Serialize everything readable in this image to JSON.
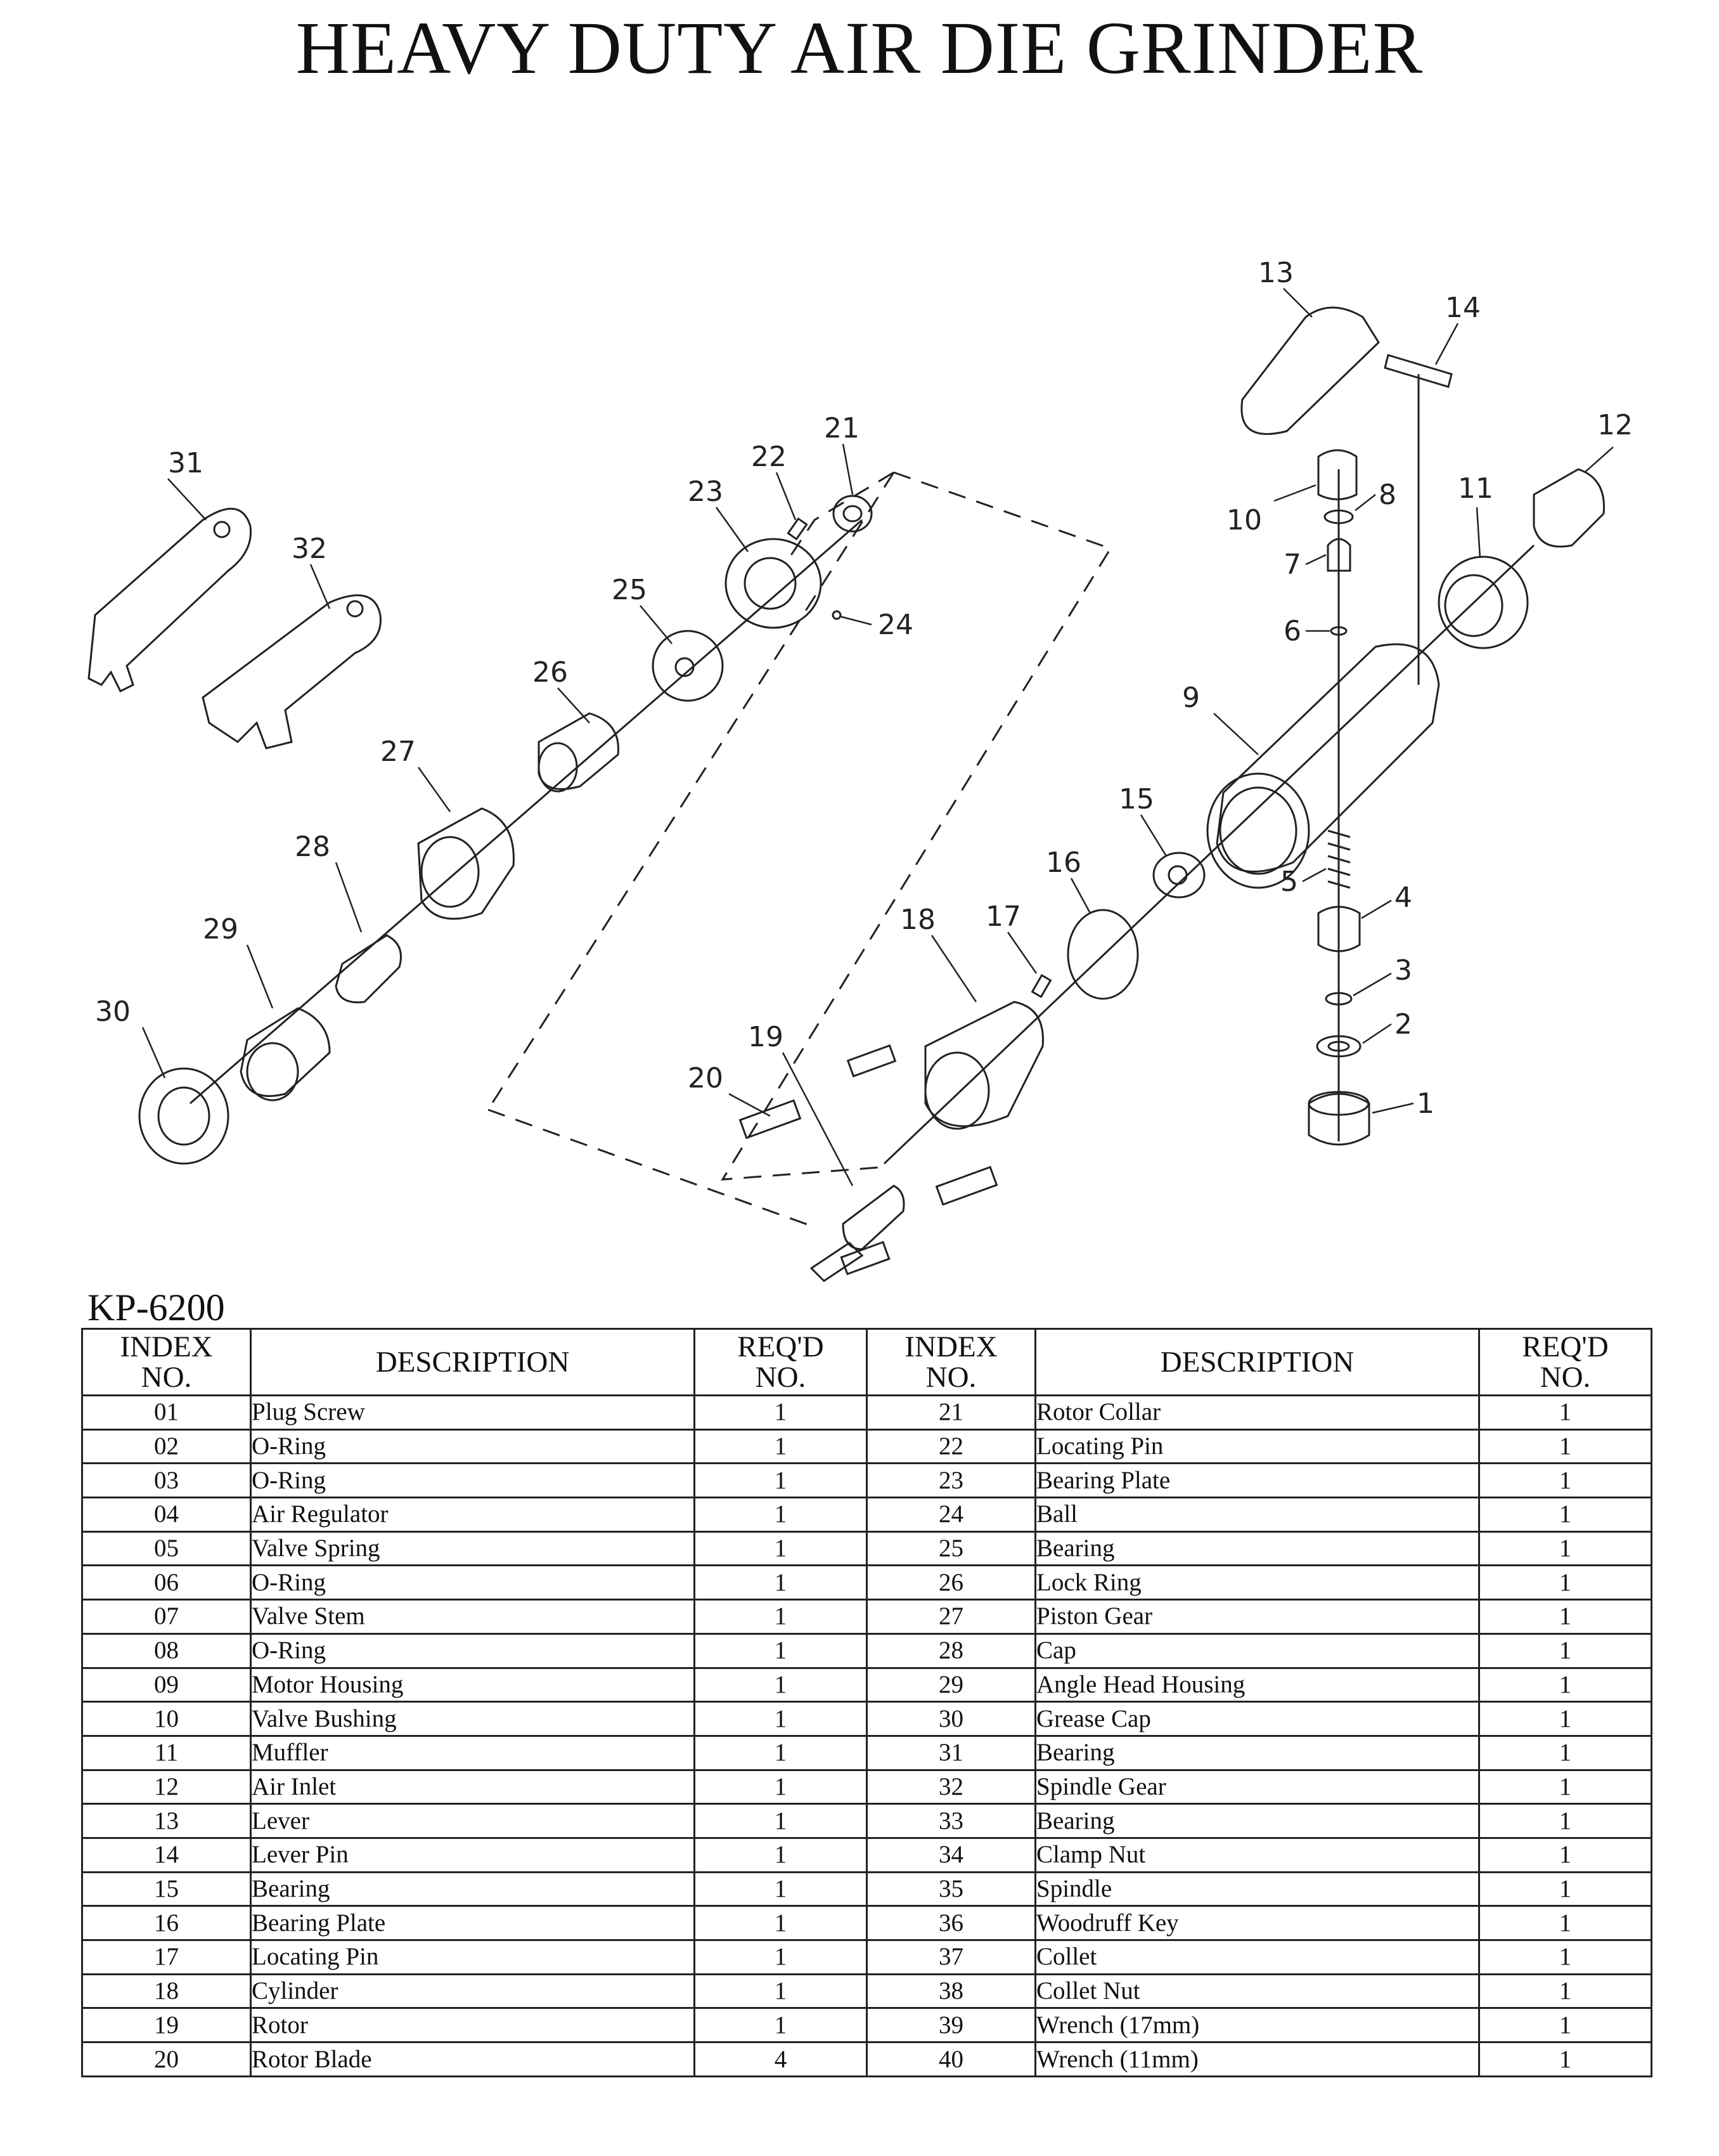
{
  "title": "HEAVY DUTY AIR DIE GRINDER",
  "model": "KP-6200",
  "table": {
    "headers": [
      "INDEX NO.",
      "DESCRIPTION",
      "REQ'D NO.",
      "INDEX NO.",
      "DESCRIPTION",
      "REQ'D NO."
    ],
    "left": [
      {
        "index": "01",
        "description": "Plug Screw",
        "qty": "1"
      },
      {
        "index": "02",
        "description": "O-Ring",
        "qty": "1"
      },
      {
        "index": "03",
        "description": "O-Ring",
        "qty": "1"
      },
      {
        "index": "04",
        "description": "Air Regulator",
        "qty": "1"
      },
      {
        "index": "05",
        "description": "Valve Spring",
        "qty": "1"
      },
      {
        "index": "06",
        "description": "O-Ring",
        "qty": "1"
      },
      {
        "index": "07",
        "description": "Valve Stem",
        "qty": "1"
      },
      {
        "index": "08",
        "description": "O-Ring",
        "qty": "1"
      },
      {
        "index": "09",
        "description": "Motor Housing",
        "qty": "1"
      },
      {
        "index": "10",
        "description": "Valve Bushing",
        "qty": "1"
      },
      {
        "index": "11",
        "description": "Muffler",
        "qty": "1"
      },
      {
        "index": "12",
        "description": "Air Inlet",
        "qty": "1"
      },
      {
        "index": "13",
        "description": "Lever",
        "qty": "1"
      },
      {
        "index": "14",
        "description": "Lever Pin",
        "qty": "1"
      },
      {
        "index": "15",
        "description": "Bearing",
        "qty": "1"
      },
      {
        "index": "16",
        "description": "Bearing Plate",
        "qty": "1"
      },
      {
        "index": "17",
        "description": "Locating Pin",
        "qty": "1"
      },
      {
        "index": "18",
        "description": "Cylinder",
        "qty": "1"
      },
      {
        "index": "19",
        "description": "Rotor",
        "qty": "1"
      },
      {
        "index": "20",
        "description": "Rotor Blade",
        "qty": "4"
      }
    ],
    "right": [
      {
        "index": "21",
        "description": "Rotor Collar",
        "qty": "1"
      },
      {
        "index": "22",
        "description": "Locating Pin",
        "qty": "1"
      },
      {
        "index": "23",
        "description": "Bearing Plate",
        "qty": "1"
      },
      {
        "index": "24",
        "description": "Ball",
        "qty": "1"
      },
      {
        "index": "25",
        "description": "Bearing",
        "qty": "1"
      },
      {
        "index": "26",
        "description": "Lock Ring",
        "qty": "1"
      },
      {
        "index": "27",
        "description": "Piston Gear",
        "qty": "1"
      },
      {
        "index": "28",
        "description": "Cap",
        "qty": "1"
      },
      {
        "index": "29",
        "description": "Angle Head Housing",
        "qty": "1"
      },
      {
        "index": "30",
        "description": "Grease Cap",
        "qty": "1"
      },
      {
        "index": "31",
        "description": "Bearing",
        "qty": "1"
      },
      {
        "index": "32",
        "description": "Spindle Gear",
        "qty": "1"
      },
      {
        "index": "33",
        "description": "Bearing",
        "qty": "1"
      },
      {
        "index": "34",
        "description": "Clamp Nut",
        "qty": "1"
      },
      {
        "index": "35",
        "description": "Spindle",
        "qty": "1"
      },
      {
        "index": "36",
        "description": "Woodruff Key",
        "qty": "1"
      },
      {
        "index": "37",
        "description": "Collet",
        "qty": "1"
      },
      {
        "index": "38",
        "description": "Collet Nut",
        "qty": "1"
      },
      {
        "index": "39",
        "description": "Wrench (17mm)",
        "qty": "1"
      },
      {
        "index": "40",
        "description": "Wrench (11mm)",
        "qty": "1"
      }
    ]
  },
  "callouts": [
    "1",
    "2",
    "3",
    "4",
    "5",
    "6",
    "7",
    "8",
    "9",
    "10",
    "11",
    "12",
    "13",
    "14",
    "15",
    "16",
    "17",
    "18",
    "19",
    "20",
    "21",
    "22",
    "23",
    "24",
    "25",
    "26",
    "27",
    "28",
    "29",
    "30",
    "31",
    "32"
  ]
}
